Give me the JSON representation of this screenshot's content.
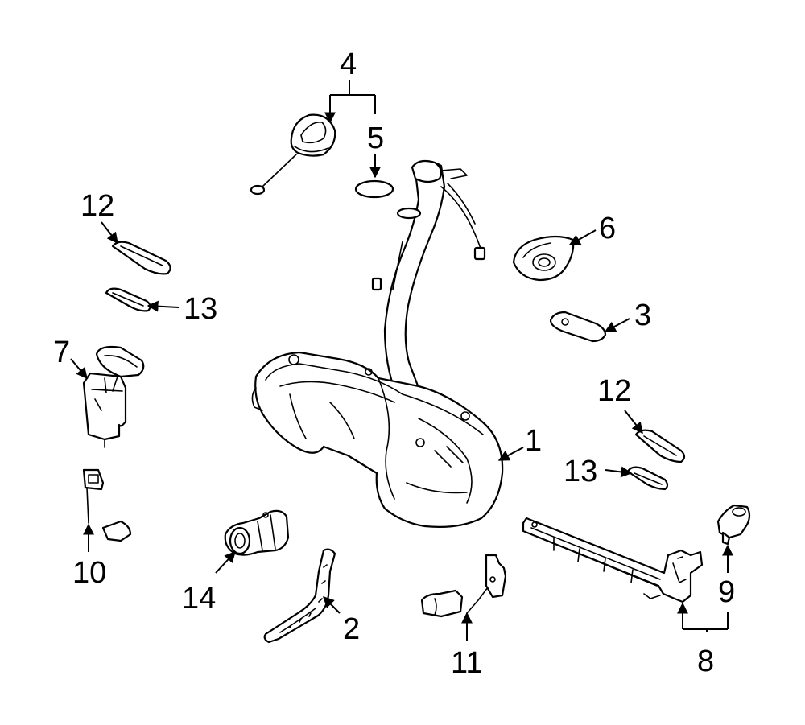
{
  "colors": {
    "line": "#000000",
    "background": "#ffffff"
  },
  "callouts": [
    {
      "id": "c1",
      "number": "1"
    },
    {
      "id": "c2",
      "number": "2"
    },
    {
      "id": "c3",
      "number": "3"
    },
    {
      "id": "c4",
      "number": "4"
    },
    {
      "id": "c5",
      "number": "5"
    },
    {
      "id": "c6",
      "number": "6"
    },
    {
      "id": "c7",
      "number": "7"
    },
    {
      "id": "c8",
      "number": "8"
    },
    {
      "id": "c9",
      "number": "9"
    },
    {
      "id": "c10",
      "number": "10"
    },
    {
      "id": "c11",
      "number": "11"
    },
    {
      "id": "c12a",
      "number": "12"
    },
    {
      "id": "c12b",
      "number": "12"
    },
    {
      "id": "c13a",
      "number": "13"
    },
    {
      "id": "c13b",
      "number": "13"
    },
    {
      "id": "c14",
      "number": "14"
    }
  ]
}
